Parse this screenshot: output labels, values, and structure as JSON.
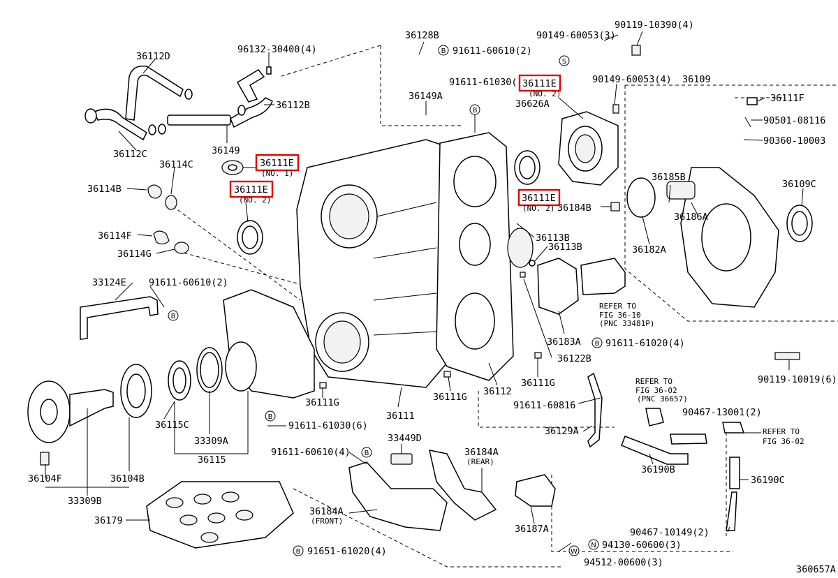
{
  "labels": {
    "l_36112D": "36112D",
    "l_96132": "96132-30400(4)",
    "l_36112B": "36112B",
    "l_36112C": "36112C",
    "l_36149": "36149",
    "l_36114C": "36114C",
    "l_36114B": "36114B",
    "l_36114F": "36114F",
    "l_36114G": "36114G",
    "l_33124E": "33124E",
    "l_91611_60610a": "91611-60610(2)",
    "l_36128B": "36128B",
    "l_91611_60610b": "91611-60610(2)",
    "l_36149A": "36149A",
    "l_91611_61030a": "91611-61030(",
    "l_36626A": "36626A",
    "l_90149_a": "90149-60053(3)",
    "l_90119_a": "90119-10390(4)",
    "l_90149_b": "90149-60053(4)",
    "l_36109": "36109",
    "l_36111F": "36111F",
    "l_90501": "90501-08116",
    "l_90360": "90360-10003",
    "l_36185B": "36185B",
    "l_36109C": "36109C",
    "l_36186A": "36186A",
    "l_36182A": "36182A",
    "l_36184B": "36184B",
    "l_36113B_a": "36113B",
    "l_36113B_b": "36113B",
    "l_refer_a1": "REFER TO",
    "l_refer_a2": "FIG 36-10",
    "l_refer_a3": "(PNC 33481P)",
    "l_36183A": "36183A",
    "l_91611_61020": "91611-61020(4)",
    "l_36122B": "36122B",
    "l_90119_b": "90119-10019(6)",
    "l_refer_b1": "REFER TO",
    "l_refer_b2": "FIG 36-02",
    "l_refer_b3": "(PNC 36657)",
    "l_90467_a": "90467-13001(2)",
    "l_refer_c1": "REFER TO",
    "l_refer_c2": "FIG 36-02",
    "l_36111G_a": "36111G",
    "l_36111G_b": "36111G",
    "l_36111G_c": "36111G",
    "l_36112": "36112",
    "l_36111": "36111",
    "l_91611_60816": "91611-60816",
    "l_36129A": "36129A",
    "l_36190B": "36190B",
    "l_36190C": "36190C",
    "l_36115C": "36115C",
    "l_33309A": "33309A",
    "l_36115": "36115",
    "l_91611_61030b": "91611-61030(6)",
    "l_36104F": "36104F",
    "l_36104B": "36104B",
    "l_33309B": "33309B",
    "l_33449D": "33449D",
    "l_91611_60610c": "91611-60610(4)",
    "l_36184A_r": "36184A",
    "l_rear": "(REAR)",
    "l_36179": "36179",
    "l_36184A_f": "36184A",
    "l_front": "(FRONT)",
    "l_36187A": "36187A",
    "l_90467_b": "90467-10149(2)",
    "l_94130": "94130-60600(3)",
    "l_91651": "91651-61020(4)",
    "l_94512": "94512-00600(3)",
    "l_diagram_id": "360657A"
  },
  "highlighted": [
    {
      "code": "36111E",
      "sub": "(NO. 1)"
    },
    {
      "code": "36111E",
      "sub": "(NO. 2)"
    },
    {
      "code": "36111E",
      "sub": "(NO. 2)"
    },
    {
      "code": "36111E",
      "sub": "(NO. 2)"
    }
  ],
  "symbols": {
    "bolt": "B",
    "stud": "S",
    "nut": "N",
    "washer": "W"
  },
  "colors": {
    "highlight": "#e00000",
    "ink": "#000000"
  }
}
